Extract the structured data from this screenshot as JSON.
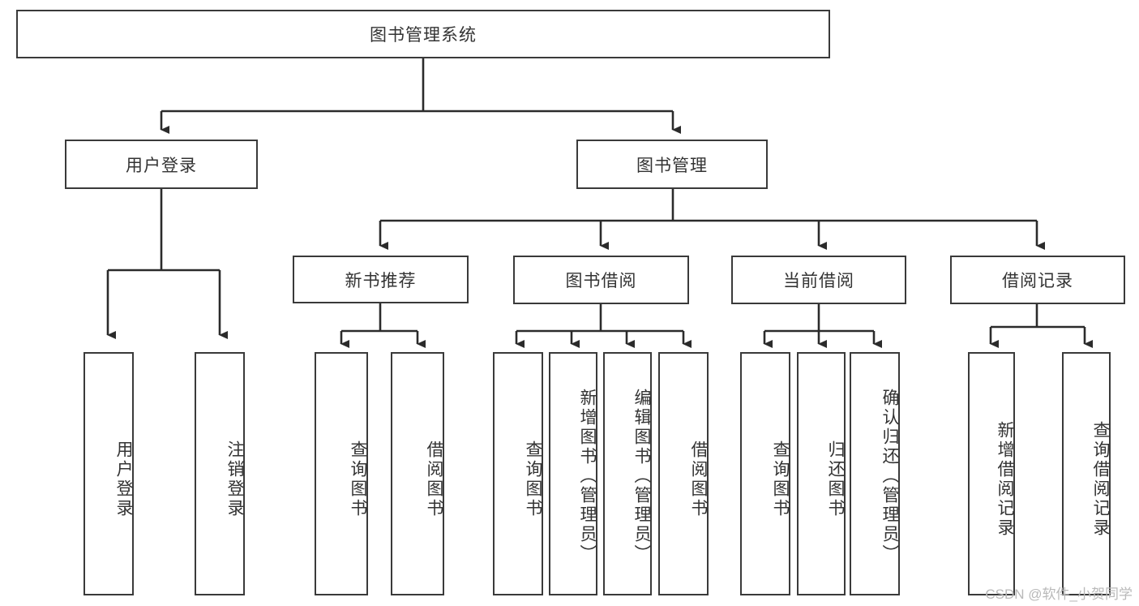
{
  "diagram": {
    "title": "图书管理系统",
    "type": "tree-hierarchy",
    "watermark": "CSDN @软件_小贺同学",
    "colors": {
      "background": "#ffffff",
      "box_border": "#3a3a3a",
      "box_fill": "#ffffff",
      "text": "#333333",
      "connector": "#2b2b2b",
      "watermark": "#b9b9b9"
    },
    "root": {
      "label": "图书管理系统"
    },
    "level2": [
      {
        "label": "用户登录"
      },
      {
        "label": "图书管理"
      }
    ],
    "level3": [
      {
        "label": "新书推荐"
      },
      {
        "label": "图书借阅"
      },
      {
        "label": "当前借阅"
      },
      {
        "label": "借阅记录"
      }
    ],
    "leaves": {
      "user_login": [
        {
          "label": "用户登录"
        },
        {
          "label": "注销登录"
        }
      ],
      "new_book": [
        {
          "label": "查询图书"
        },
        {
          "label": "借阅图书"
        }
      ],
      "book_borrow": [
        {
          "label": "查询图书"
        },
        {
          "label": "新增图书（管理员）"
        },
        {
          "label": "编辑图书（管理员）"
        },
        {
          "label": "借阅图书"
        }
      ],
      "current_borrow": [
        {
          "label": "查询图书"
        },
        {
          "label": "归还图书"
        },
        {
          "label": "确认归还（管理员）"
        }
      ],
      "borrow_record": [
        {
          "label": "新增借阅记录"
        },
        {
          "label": "查询借阅记录"
        }
      ]
    }
  }
}
